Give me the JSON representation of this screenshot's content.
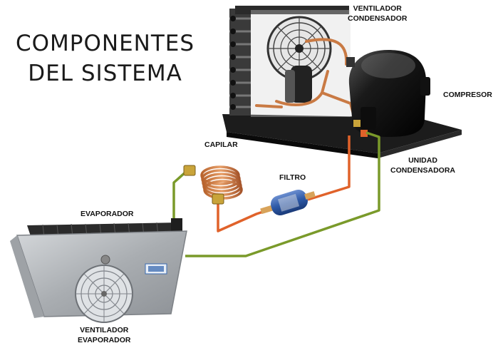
{
  "title": {
    "line1": "COMPONENTES",
    "line2": "DEL SISTEMA"
  },
  "labels": {
    "ventilador_condensador_1": "VENTILADOR",
    "ventilador_condensador_2": "CONDENSADOR",
    "compresor": "COMPRESOR",
    "unidad_condensadora_1": "UNIDAD",
    "unidad_condensadora_2": "CONDENSADORA",
    "capilar": "CAPILAR",
    "filtro": "FILTRO",
    "evaporador": "EVAPORADOR",
    "ventilador_evaporador_1": "VENTILADOR",
    "ventilador_evaporador_2": "EVAPORADOR"
  },
  "colors": {
    "copper_line": "#e0622a",
    "suction_line": "#7a9a2a",
    "unit_base": "#1c1c1c",
    "filter_blue": "#2e5aa8",
    "evaporator_body": "#b5b8bc"
  },
  "icons": [
    "condenser-fan-icon",
    "compressor-icon",
    "capillary-coil-icon",
    "filter-drier-icon",
    "evaporator-icon"
  ]
}
